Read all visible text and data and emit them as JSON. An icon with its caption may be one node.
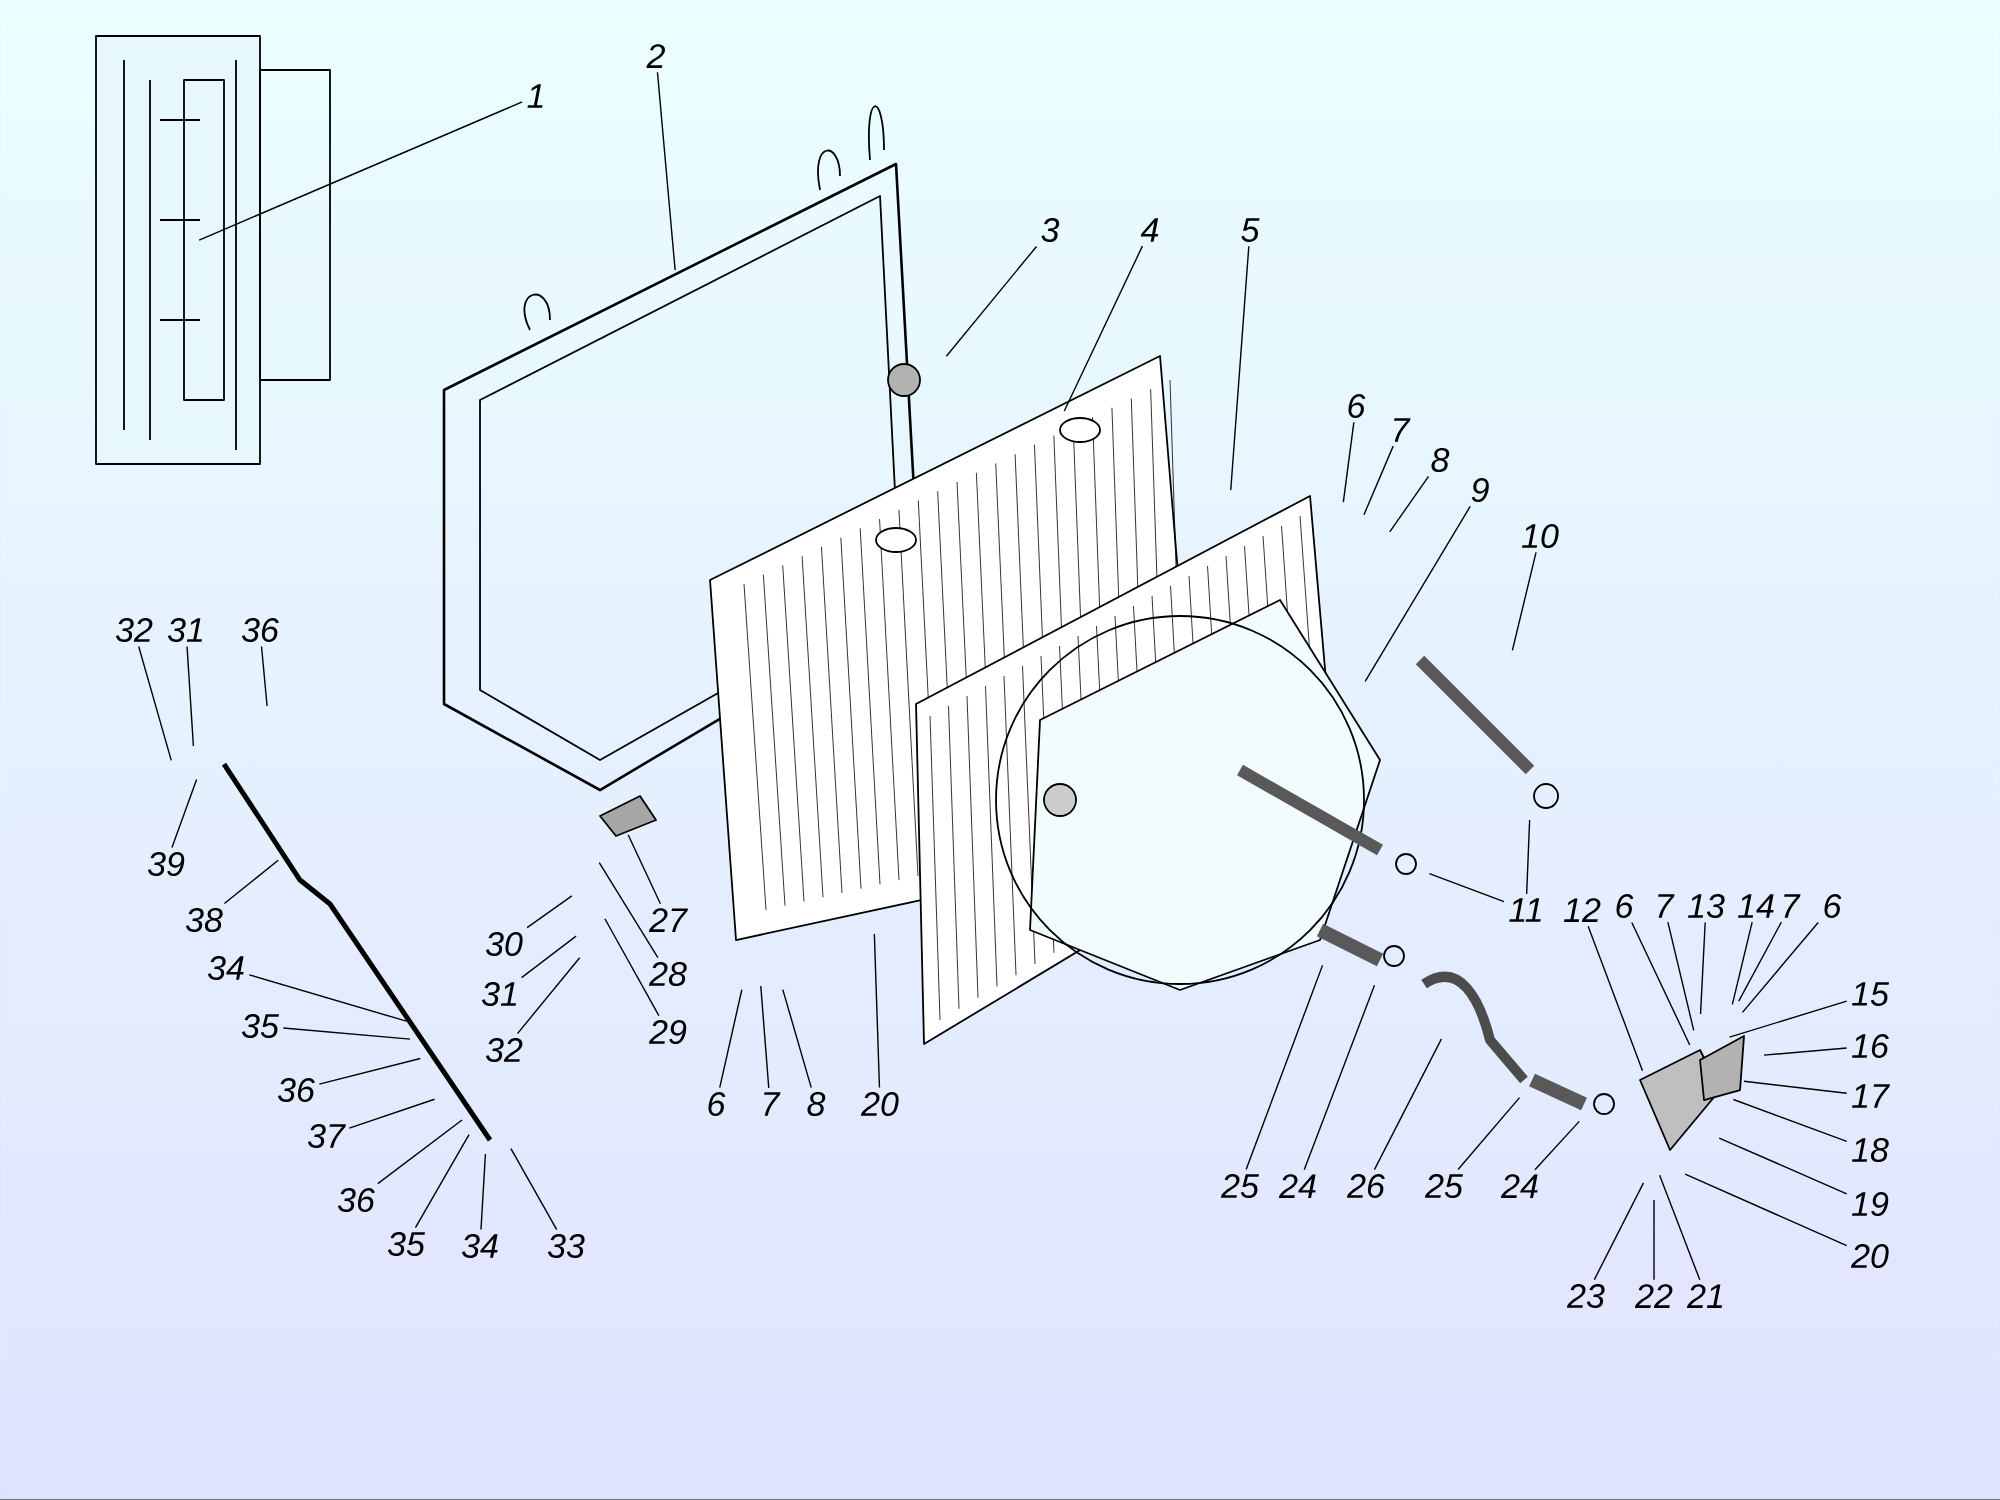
{
  "diagram": {
    "nodes": [
      {
        "text": [
          "1"
        ]
      },
      {
        "text": [
          "2"
        ]
      },
      {
        "text": [
          "3"
        ]
      },
      {
        "text": [
          "4"
        ]
      },
      {
        "text": [
          "5"
        ]
      },
      {
        "text": [
          "6"
        ]
      },
      {
        "text": [
          "7"
        ]
      },
      {
        "text": [
          "8"
        ]
      },
      {
        "text": [
          "9"
        ]
      },
      {
        "text": [
          "10"
        ]
      },
      {
        "text": [
          "32"
        ]
      },
      {
        "text": [
          "31"
        ]
      },
      {
        "text": [
          "36"
        ]
      },
      {
        "text": [
          "39"
        ]
      },
      {
        "text": [
          "38"
        ]
      },
      {
        "text": [
          "30"
        ]
      },
      {
        "text": [
          "27"
        ]
      },
      {
        "text": [
          "28"
        ]
      },
      {
        "text": [
          "29"
        ]
      },
      {
        "text": [
          "31"
        ]
      },
      {
        "text": [
          "32"
        ]
      },
      {
        "text": [
          "11"
        ]
      },
      {
        "text": [
          "12"
        ]
      },
      {
        "text": [
          "6"
        ]
      },
      {
        "text": [
          "7"
        ]
      },
      {
        "text": [
          "13"
        ]
      },
      {
        "text": [
          "14"
        ]
      },
      {
        "text": [
          "7"
        ]
      },
      {
        "text": [
          "6"
        ]
      },
      {
        "text": [
          "15"
        ]
      },
      {
        "text": [
          "16"
        ]
      },
      {
        "text": [
          "17"
        ]
      },
      {
        "text": [
          "18"
        ]
      },
      {
        "text": [
          "19"
        ]
      },
      {
        "text": [
          "20"
        ]
      },
      {
        "text": [
          "34"
        ]
      },
      {
        "text": [
          "35"
        ]
      },
      {
        "text": [
          "36"
        ]
      },
      {
        "text": [
          "37"
        ]
      },
      {
        "text": [
          "20"
        ]
      },
      {
        "text": [
          "6"
        ]
      },
      {
        "text": [
          "7"
        ]
      },
      {
        "text": [
          "8"
        ]
      },
      {
        "text": [
          "25"
        ]
      },
      {
        "text": [
          "24"
        ]
      },
      {
        "text": [
          "26"
        ]
      },
      {
        "text": [
          "25"
        ]
      },
      {
        "text": [
          "24"
        ]
      },
      {
        "text": [
          "36"
        ]
      },
      {
        "text": [
          "35"
        ]
      },
      {
        "text": [
          "34"
        ]
      },
      {
        "text": [
          "33"
        ]
      },
      {
        "text": [
          "23"
        ]
      },
      {
        "text": [
          "22"
        ]
      },
      {
        "text": [
          "21"
        ]
      }
    ],
    "edges": [
      {
        "from": 0,
        "to": null,
        "arrow": "none"
      },
      {
        "from": 1,
        "to": null,
        "arrow": "none"
      },
      {
        "from": 2,
        "to": null,
        "arrow": "none"
      },
      {
        "from": 3,
        "to": null,
        "arrow": "none"
      },
      {
        "from": 4,
        "to": null,
        "arrow": "none"
      },
      {
        "from": 5,
        "to": null,
        "arrow": "none"
      },
      {
        "from": 6,
        "to": null,
        "arrow": "none"
      },
      {
        "from": 7,
        "to": null,
        "arrow": "none"
      },
      {
        "from": 8,
        "to": null,
        "arrow": "none"
      },
      {
        "from": 9,
        "to": null,
        "arrow": "none"
      },
      {
        "from": 10,
        "to": null,
        "arrow": "none"
      },
      {
        "from": 11,
        "to": null,
        "arrow": "none"
      },
      {
        "from": 12,
        "to": null,
        "arrow": "none"
      },
      {
        "from": 13,
        "to": null,
        "arrow": "none"
      },
      {
        "from": 14,
        "to": null,
        "arrow": "none"
      },
      {
        "from": 15,
        "to": null,
        "arrow": "none"
      },
      {
        "from": 16,
        "to": null,
        "arrow": "none"
      },
      {
        "from": 17,
        "to": null,
        "arrow": "none"
      },
      {
        "from": 18,
        "to": null,
        "arrow": "none"
      },
      {
        "from": 19,
        "to": null,
        "arrow": "none"
      },
      {
        "from": 20,
        "to": null,
        "arrow": "none"
      },
      {
        "from": 21,
        "to": null,
        "arrow": "none"
      },
      {
        "from": 21,
        "to": null,
        "arrow": "none"
      },
      {
        "from": 22,
        "to": null,
        "arrow": "none"
      },
      {
        "from": 23,
        "to": null,
        "arrow": "none"
      },
      {
        "from": 24,
        "to": null,
        "arrow": "none"
      },
      {
        "from": 25,
        "to": null,
        "arrow": "none"
      },
      {
        "from": 26,
        "to": null,
        "arrow": "none"
      },
      {
        "from": 27,
        "to": null,
        "arrow": "none"
      },
      {
        "from": 28,
        "to": null,
        "arrow": "none"
      },
      {
        "from": 29,
        "to": null,
        "arrow": "none"
      },
      {
        "from": 30,
        "to": null,
        "arrow": "none"
      },
      {
        "from": 31,
        "to": null,
        "arrow": "none"
      },
      {
        "from": 32,
        "to": null,
        "arrow": "none"
      },
      {
        "from": 33,
        "to": null,
        "arrow": "none"
      },
      {
        "from": 34,
        "to": null,
        "arrow": "none"
      },
      {
        "from": 35,
        "to": null,
        "arrow": "none"
      },
      {
        "from": 36,
        "to": null,
        "arrow": "none"
      },
      {
        "from": 37,
        "to": null,
        "arrow": "none"
      },
      {
        "from": 38,
        "to": null,
        "arrow": "none"
      },
      {
        "from": 39,
        "to": null,
        "arrow": "none"
      },
      {
        "from": 40,
        "to": null,
        "arrow": "none"
      },
      {
        "from": 41,
        "to": null,
        "arrow": "none"
      },
      {
        "from": 42,
        "to": null,
        "arrow": "none"
      },
      {
        "from": 43,
        "to": null,
        "arrow": "none"
      },
      {
        "from": 44,
        "to": null,
        "arrow": "none"
      },
      {
        "from": 45,
        "to": null,
        "arrow": "none"
      },
      {
        "from": 46,
        "to": null,
        "arrow": "none"
      },
      {
        "from": 47,
        "to": null,
        "arrow": "none"
      },
      {
        "from": 48,
        "to": null,
        "arrow": "none"
      },
      {
        "from": 49,
        "to": null,
        "arrow": "none"
      },
      {
        "from": 50,
        "to": null,
        "arrow": "none"
      },
      {
        "from": 51,
        "to": null,
        "arrow": "none"
      },
      {
        "from": 52,
        "to": null,
        "arrow": "none"
      },
      {
        "from": 53,
        "to": null,
        "arrow": "none"
      },
      {
        "from": 54,
        "to": null,
        "arrow": "none"
      }
    ]
  }
}
